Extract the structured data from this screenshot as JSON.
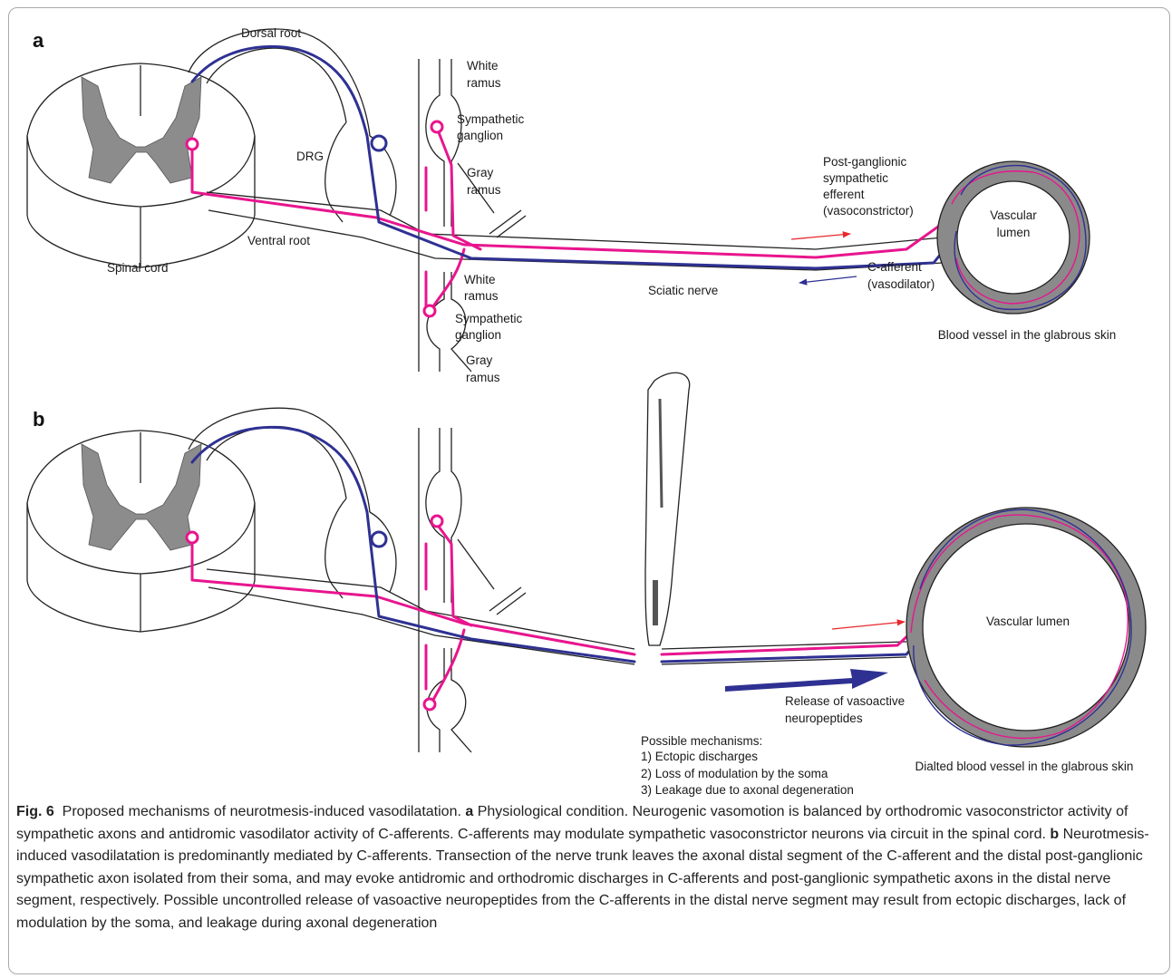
{
  "panel_a": {
    "letter": "a",
    "dorsal_root": "Dorsal root",
    "drg": "DRG",
    "ventral_root": "Ventral root",
    "spinal_cord": "Spinal cord",
    "white_ramus_upper": [
      "White",
      "ramus"
    ],
    "sympathetic_ganglion_upper": [
      "Sympathetic",
      "ganglion"
    ],
    "gray_ramus_upper": [
      "Gray",
      "ramus"
    ],
    "white_ramus_lower": [
      "White",
      "ramus"
    ],
    "sympathetic_ganglion_lower": [
      "Sympathetic",
      "ganglion"
    ],
    "gray_ramus_lower": [
      "Gray",
      "ramus"
    ],
    "sciatic_nerve": "Sciatic nerve",
    "post_ganglionic": [
      "Post-ganglionic",
      "sympathetic",
      "efferent",
      "(vasoconstrictor)"
    ],
    "c_afferent": [
      "C-afferent",
      "(vasodilator)"
    ],
    "vascular_lumen": [
      "Vascular",
      "lumen"
    ],
    "vessel_caption": "Blood vessel in the glabrous skin"
  },
  "panel_b": {
    "letter": "b",
    "vascular_lumen": "Vascular lumen",
    "release": [
      "Release of vasoactive",
      "neuropeptides"
    ],
    "mechanisms": [
      "Possible mechanisms:",
      "1) Ectopic discharges",
      "2) Loss of modulation by the soma",
      "3) Leakage due to axonal degeneration"
    ],
    "vessel_caption": "Dialted blood vessel in the glabrous skin"
  },
  "colors": {
    "sympathetic": "#e8158e",
    "afferent": "#2e3192",
    "gray_matter": "#8c8c8c",
    "vessel_wall": "#8a8a8a",
    "arrow_red": "#e8282e"
  },
  "caption": {
    "fig_label": "Fig. 6",
    "title": "Proposed mechanisms of neurotmesis-induced vasodilatation.",
    "a_label": "a",
    "a_text": "Physiological condition. Neurogenic vasomotion is balanced by orthodromic vasoconstrictor activity of sympathetic axons and antidromic vasodilator activity of C-afferents. C-afferents may modulate sympathetic vasoconstrictor neurons via circuit in the spinal cord.",
    "b_label": "b",
    "b_text": "Neurotmesis-induced vasodilatation is predominantly mediated by C-afferents. Transection of the nerve trunk leaves the axonal distal segment of the C-afferent and the distal post-ganglionic sympathetic axon isolated from their soma, and may evoke antidromic and orthodromic discharges in C-afferents and post-ganglionic sympathetic axons in the distal nerve segment, respectively. Possible uncontrolled release of vasoactive neuropeptides from the C-afferents in the distal nerve segment may result from ectopic discharges, lack of modulation by the soma, and leakage during axonal degeneration"
  }
}
